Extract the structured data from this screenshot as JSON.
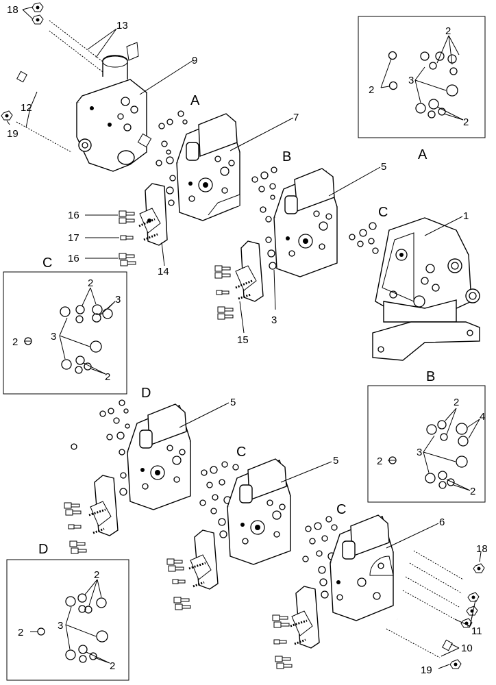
{
  "callouts": {
    "n18_top": "18",
    "n13": "13",
    "n9": "9",
    "n12": "12",
    "n19_left": "19",
    "n7": "7",
    "n5_b": "5",
    "n1": "1",
    "n16_a": "16",
    "n17": "17",
    "n16_b": "16",
    "n14": "14",
    "n3_mid": "3",
    "n15": "15",
    "n5_d": "5",
    "n5_c": "5",
    "n6": "6",
    "n18_right": "18",
    "n11": "11",
    "n10": "10",
    "n19_bottom": "19"
  },
  "section_labels": {
    "A_over_valve": "A",
    "B_over_valve": "B",
    "C_over_valve": "C",
    "D_over_valve": "D",
    "C_mid_valve": "C",
    "C_low_valve": "C"
  },
  "detail_boxes": {
    "A": {
      "title": "A",
      "labels": {
        "ring_a": "2",
        "ring_b": "2",
        "ring_c": "2",
        "pack": "3"
      }
    },
    "B": {
      "title": "B",
      "labels": {
        "top": "2",
        "pack_right": "4",
        "ring": "2",
        "pack": "3",
        "bottom": "2"
      }
    },
    "C": {
      "title": "C",
      "labels": {
        "top": "2",
        "pack_right": "3",
        "ring": "2",
        "pack": "3",
        "bottom": "2"
      }
    },
    "D": {
      "title": "D",
      "labels": {
        "top": "2",
        "ring": "2",
        "pack": "3",
        "bottom": "2"
      }
    }
  }
}
